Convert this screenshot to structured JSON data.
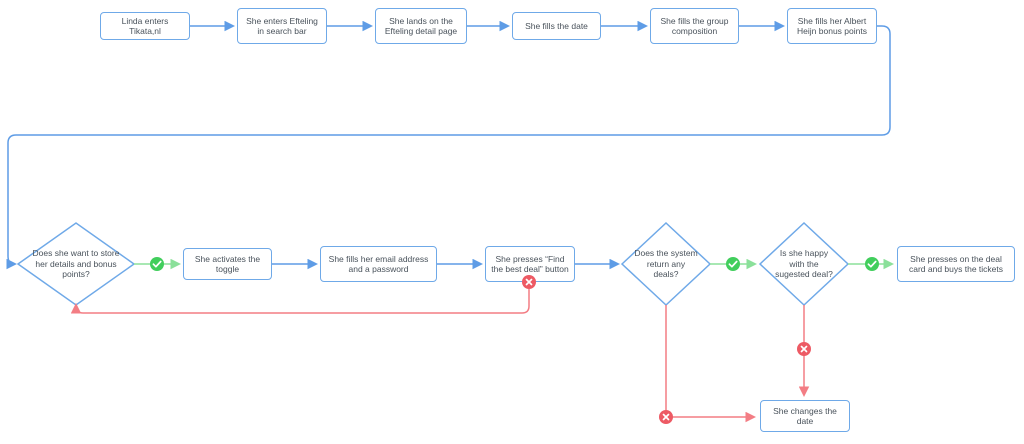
{
  "colors": {
    "node_border": "#6FA9E8",
    "edge_blue": "#5E9CE6",
    "edge_green": "#8BE09A",
    "badge_green": "#41CE5C",
    "edge_red": "#F37D84",
    "badge_red": "#ED5A64",
    "text": "#49525B"
  },
  "nodes": {
    "start": "Linda enters Tikata,nl",
    "search": "She enters Efteling in search bar",
    "detail_page": "She lands on the Efteling detail page",
    "date": "She fills the date",
    "group": "She fills the group composition",
    "bonus": "She fills her Albert Heijn bonus points",
    "store_decision": "Does she want to store her details and bonus points?",
    "toggle": "She activates the toggle",
    "email": "She fills her email address and a password",
    "find_deal": "She presses “Find the best deal” button",
    "deals_decision": "Does the system return any deals?",
    "happy_decision": "Is she happy with the sugested deal?",
    "buy": "She presses on the deal card and buys the tickets",
    "change_date": "She changes the date"
  },
  "edges": [
    {
      "from": "start",
      "to": "search"
    },
    {
      "from": "search",
      "to": "detail_page"
    },
    {
      "from": "detail_page",
      "to": "date"
    },
    {
      "from": "date",
      "to": "group"
    },
    {
      "from": "group",
      "to": "bonus"
    },
    {
      "from": "bonus",
      "to": "store_decision"
    },
    {
      "from": "store_decision",
      "to": "toggle",
      "result": "yes"
    },
    {
      "from": "toggle",
      "to": "email"
    },
    {
      "from": "email",
      "to": "find_deal"
    },
    {
      "from": "find_deal",
      "to": "deals_decision"
    },
    {
      "from": "find_deal",
      "to": "store_decision",
      "result": "no"
    },
    {
      "from": "deals_decision",
      "to": "happy_decision",
      "result": "yes"
    },
    {
      "from": "deals_decision",
      "to": "change_date",
      "result": "no"
    },
    {
      "from": "happy_decision",
      "to": "buy",
      "result": "yes"
    },
    {
      "from": "happy_decision",
      "to": "change_date",
      "result": "no"
    }
  ]
}
